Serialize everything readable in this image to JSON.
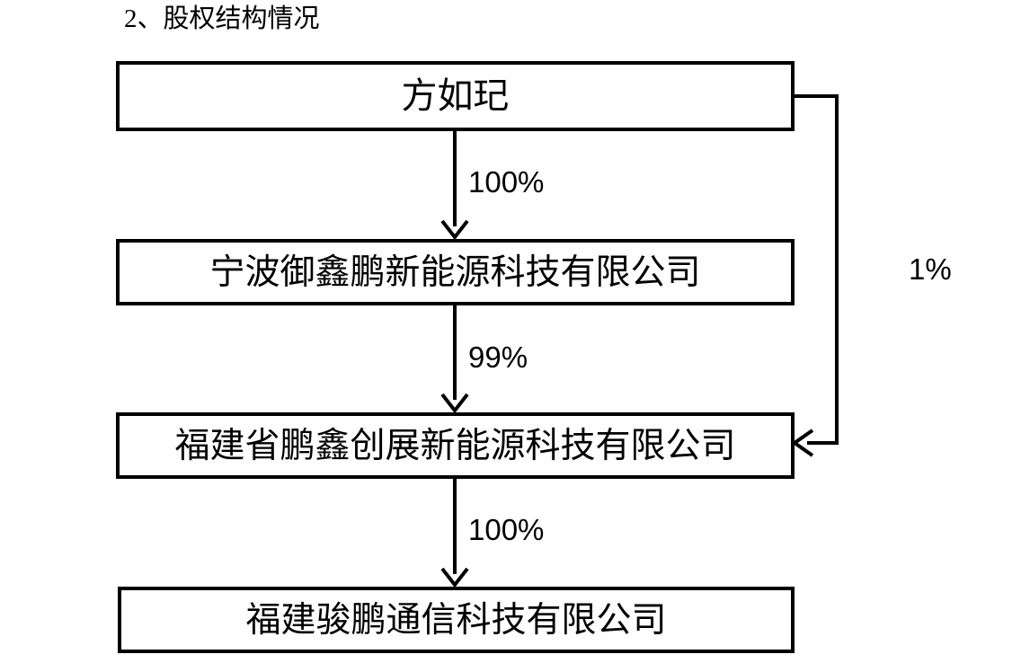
{
  "heading": {
    "text": "2、股权结构情况"
  },
  "diagram": {
    "type": "ownership-structure-flowchart",
    "nodes": [
      {
        "id": "person",
        "label": "方如玘"
      },
      {
        "id": "ningbo",
        "label": "宁波御鑫鹏新能源科技有限公司"
      },
      {
        "id": "fujian-pengxin",
        "label": "福建省鹏鑫创展新能源科技有限公司"
      },
      {
        "id": "junpeng",
        "label": "福建骏鹏通信科技有限公司"
      }
    ],
    "edges": [
      {
        "from": "person",
        "to": "ningbo",
        "label": "100%",
        "direction": "down"
      },
      {
        "from": "ningbo",
        "to": "fujian-pengxin",
        "label": "99%",
        "direction": "down"
      },
      {
        "from": "fujian-pengxin",
        "to": "junpeng",
        "label": "100%",
        "direction": "down"
      },
      {
        "from": "person",
        "to": "fujian-pengxin",
        "label": "1%",
        "direction": "right-routed"
      }
    ],
    "colors": {
      "stroke": "#000000",
      "box_fill": "#fefefe",
      "text": "#000000",
      "background": "#ffffff"
    }
  }
}
